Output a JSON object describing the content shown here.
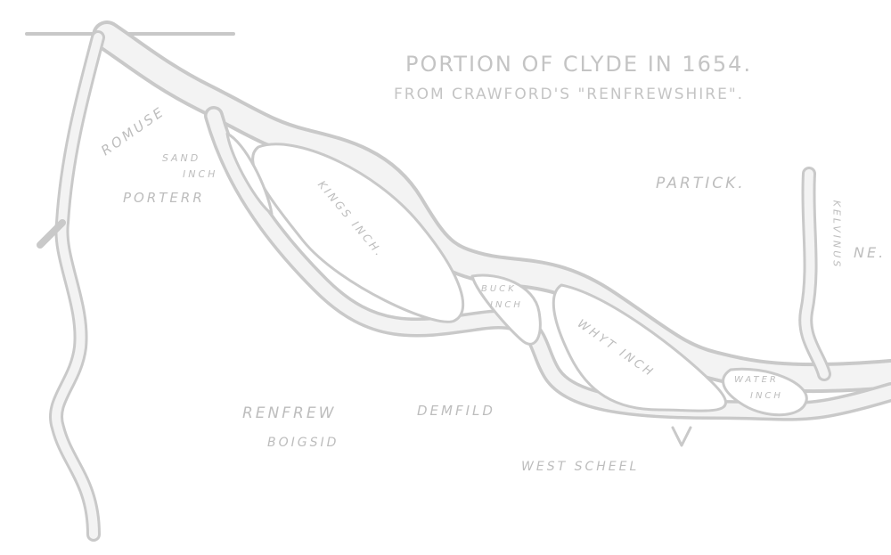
{
  "title": "PORTION OF CLYDE IN 1654.",
  "subtitle": "FROM CRAWFORD'S \"RENFREWSHIRE\".",
  "places": {
    "romuse": "ROMUSE",
    "sand_inch_1": "SAND",
    "sand_inch_2": "INCH",
    "porterr": "PORTERR",
    "kings_inch": "KINGS INCH.",
    "buck_inch_1": "BUCK",
    "buck_inch_2": "INCH",
    "whyt_inch": "WHYT INCH",
    "water_inch_1": "WATER",
    "water_inch_2": "INCH",
    "partick": "PARTICK.",
    "kelvinus": "KELVINUS",
    "ne": "NE.",
    "renfrew": "RENFREW",
    "boigsid": "BOIGSID",
    "demfild": "DEMFILD",
    "west_scheel": "WEST SCHEEL"
  },
  "colors": {
    "ink": "#bdbdbd",
    "paper": "#ffffff"
  }
}
